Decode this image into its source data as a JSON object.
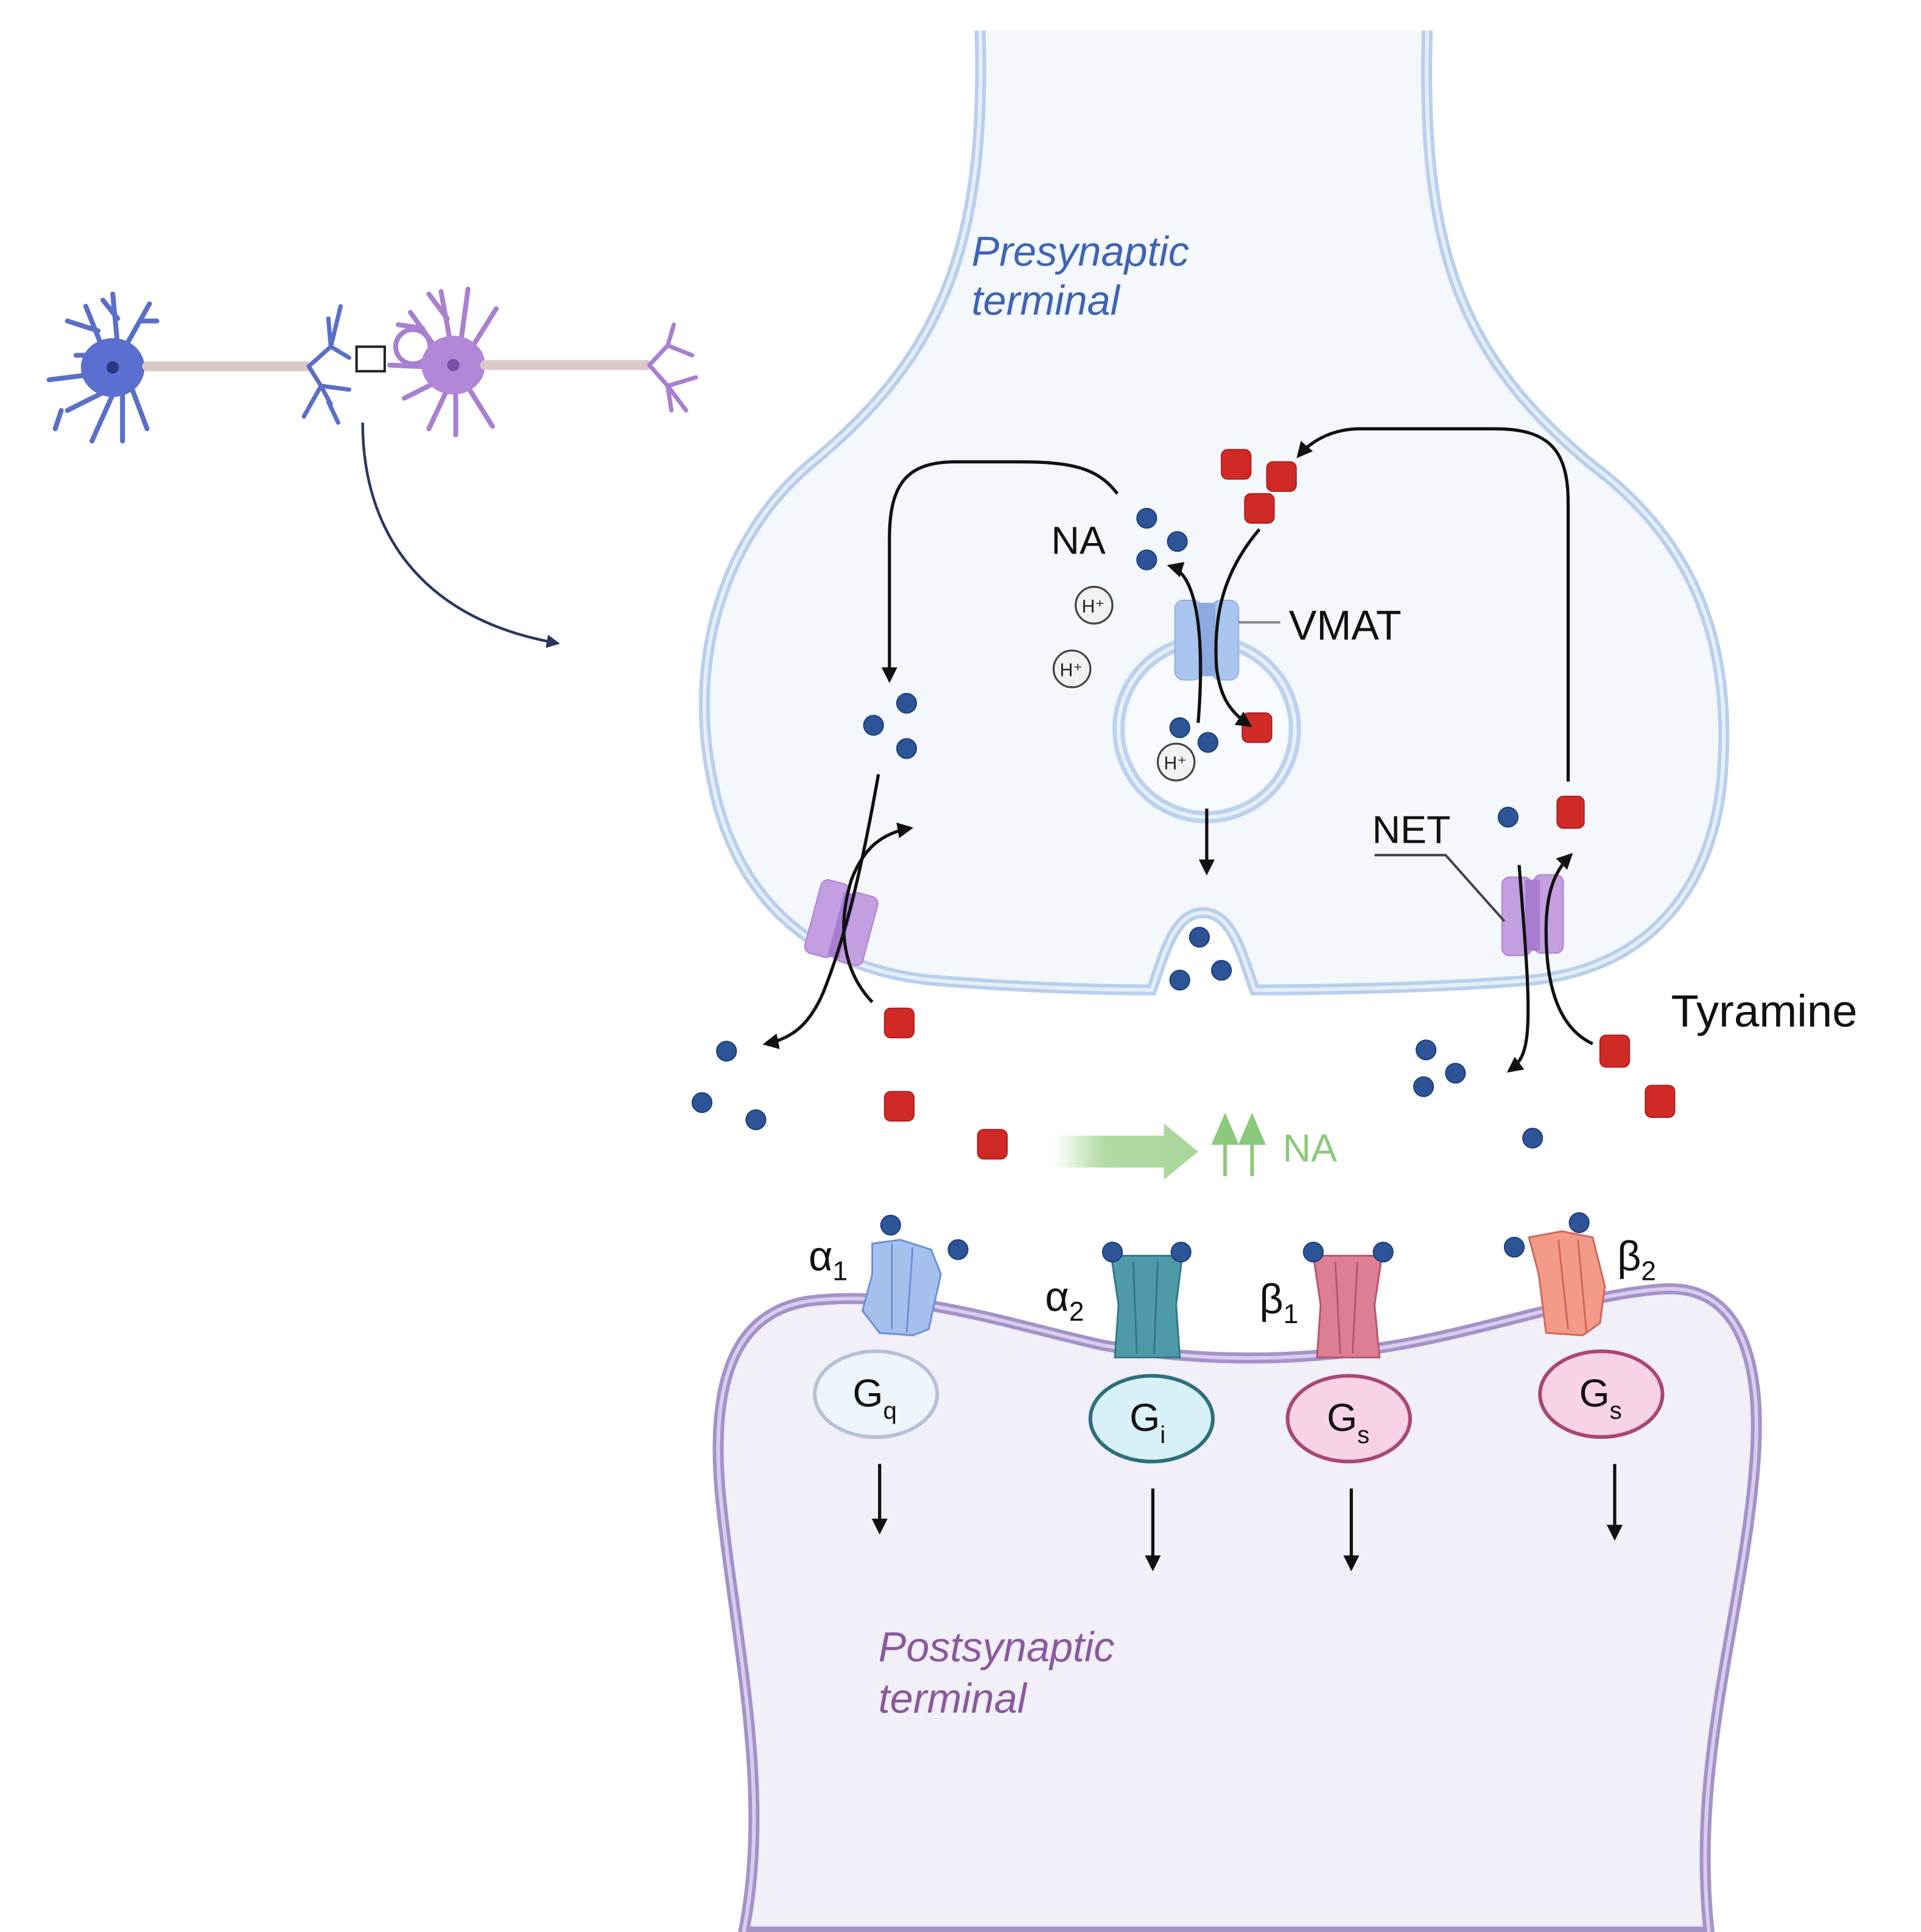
{
  "labels": {
    "presynaptic_line1": "Presynaptic",
    "presynaptic_line2": "terminal",
    "postsynaptic_line1": "Postsynaptic",
    "postsynaptic_line2": "terminal",
    "na": "NA",
    "vmat": "VMAT",
    "net": "NET",
    "tyramine": "Tyramine",
    "increased_na": "NA",
    "h_plus": "H⁺"
  },
  "receptors": [
    {
      "name": "α",
      "sub": "1",
      "g_protein": "G",
      "g_sub": "q"
    },
    {
      "name": "α",
      "sub": "2",
      "g_protein": "G",
      "g_sub": "i"
    },
    {
      "name": "β",
      "sub": "1",
      "g_protein": "G",
      "g_sub": "s"
    },
    {
      "name": "β",
      "sub": "2",
      "g_protein": "G",
      "g_sub": "s"
    }
  ],
  "colors": {
    "noradrenaline": "#2d5497",
    "tyramine": "#d02a26",
    "presynaptic_fill": "#f4f8fd",
    "presynaptic_membrane": "#b9d0ec",
    "postsynaptic_fill": "#f1eff8",
    "postsynaptic_membrane": "#a592c8",
    "transporter_net": "#c39ee0",
    "vmat": "#a9c4ee",
    "increase_arrow": "#a9d69a"
  }
}
